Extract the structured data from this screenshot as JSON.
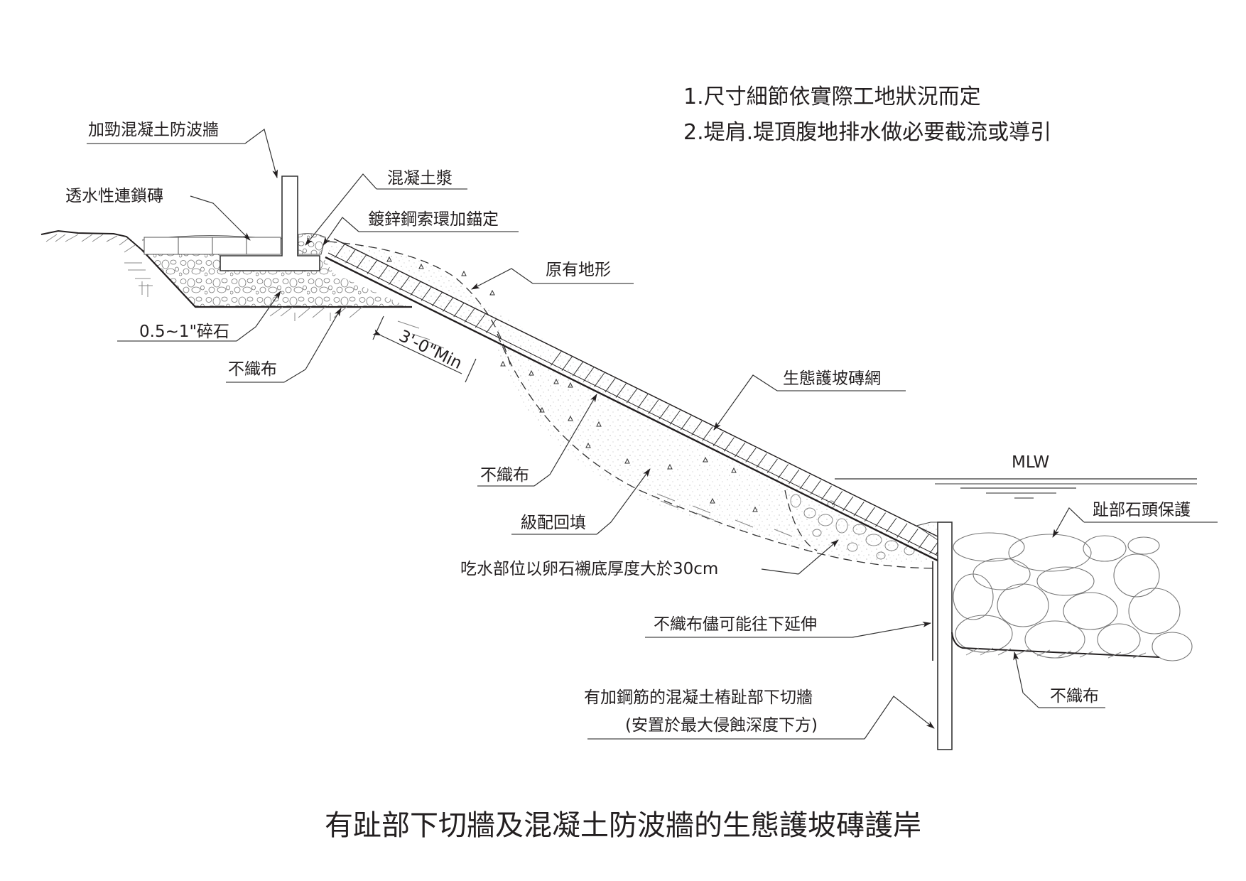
{
  "notes": [
    "1.尺寸細節依實際工地狀況而定",
    "2.堤肩.堤頂腹地排水做必要截流或導引"
  ],
  "labels": {
    "wave_wall": "加勁混凝土防波牆",
    "permeable_paver": "透水性連鎖磚",
    "concrete_grout": "混凝土漿",
    "cable_anchor": "鍍鋅鋼索環加錨定",
    "original_terrain": "原有地形",
    "crushed_stone": "0.5~1\"碎石",
    "geotextile_top": "不織布",
    "dimension": "3'-0\"Min",
    "eco_block_mat": "生態護坡磚網",
    "geotextile_mid": "不織布",
    "graded_backfill": "級配回填",
    "mlw": "MLW",
    "toe_rock": "趾部石頭保護",
    "cobble_bedding": "吃水部位以卵石襯底厚度大於30cm",
    "geotextile_extend": "不織布儘可能往下延伸",
    "cutoff_wall_line1": "有加鋼筋的混凝土樁趾部下切牆",
    "cutoff_wall_line2": "(安置於最大侵蝕深度下方)",
    "geotextile_bottom": "不織布"
  },
  "title": "有趾部下切牆及混凝土防波牆的生態護坡磚護岸",
  "colors": {
    "ink": "#231f20",
    "line": "#333333",
    "hatch": "#888888",
    "background": "#ffffff"
  }
}
